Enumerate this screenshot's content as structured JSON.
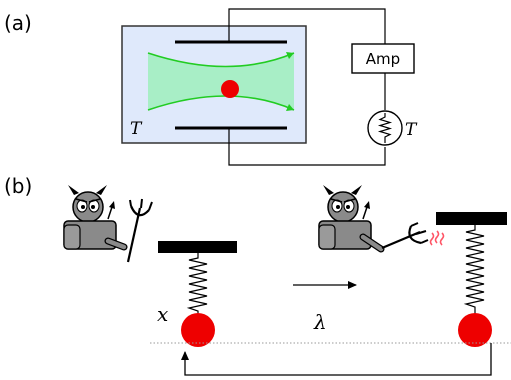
{
  "panel_a": {
    "label": "(a)",
    "amp_label": "Amp",
    "temperature_label_trap": "T",
    "temperature_label_resistor": "T",
    "colors": {
      "trap_box_fill": "#dfe9fb",
      "beam_fill": "#a8eec6",
      "beam_edge": "#22cc22",
      "particle": "#ee0000"
    }
  },
  "panel_b": {
    "label": "(b)",
    "position_label": "x",
    "parameter_label": "λ",
    "icons": [
      "demon-icon",
      "trident-icon",
      "spring-icon",
      "arrow-icon",
      "feedback-arrow-icon"
    ],
    "colors": {
      "mass": "#ee0000",
      "demon_body": "#8a8a8a",
      "baseline": "#999999"
    }
  }
}
